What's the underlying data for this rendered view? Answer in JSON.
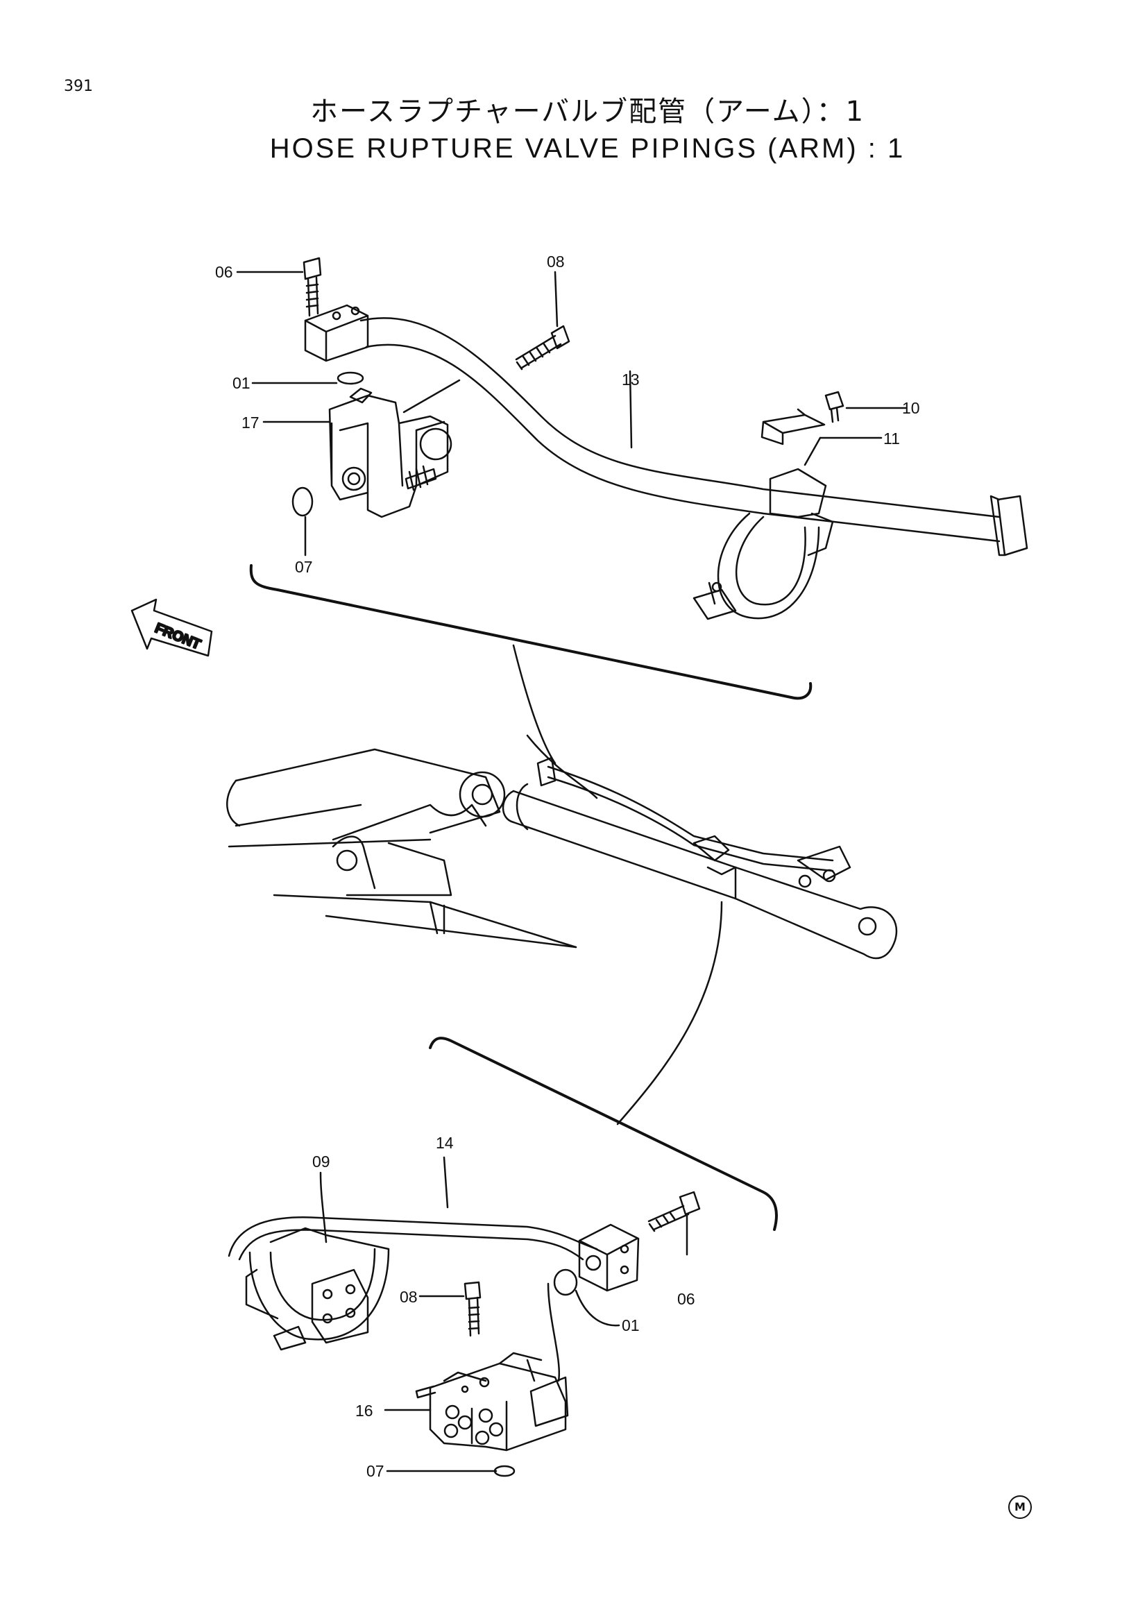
{
  "page_number": "391",
  "title_japanese": "ホースラプチャーバルブ配管（アーム）：1",
  "title_english": "HOSE RUPTURE VALVE PIPINGS (ARM) : 1",
  "front_label": "FRONT",
  "corner_mark": "M",
  "top_callouts": {
    "c06": "06",
    "c08": "08",
    "c01": "01",
    "c13": "13",
    "c10": "10",
    "c11": "11",
    "c17": "17",
    "c07": "07"
  },
  "bottom_callouts": {
    "c09": "09",
    "c14": "14",
    "c06": "06",
    "c08": "08",
    "c01": "01",
    "c16": "16",
    "c07": "07"
  }
}
